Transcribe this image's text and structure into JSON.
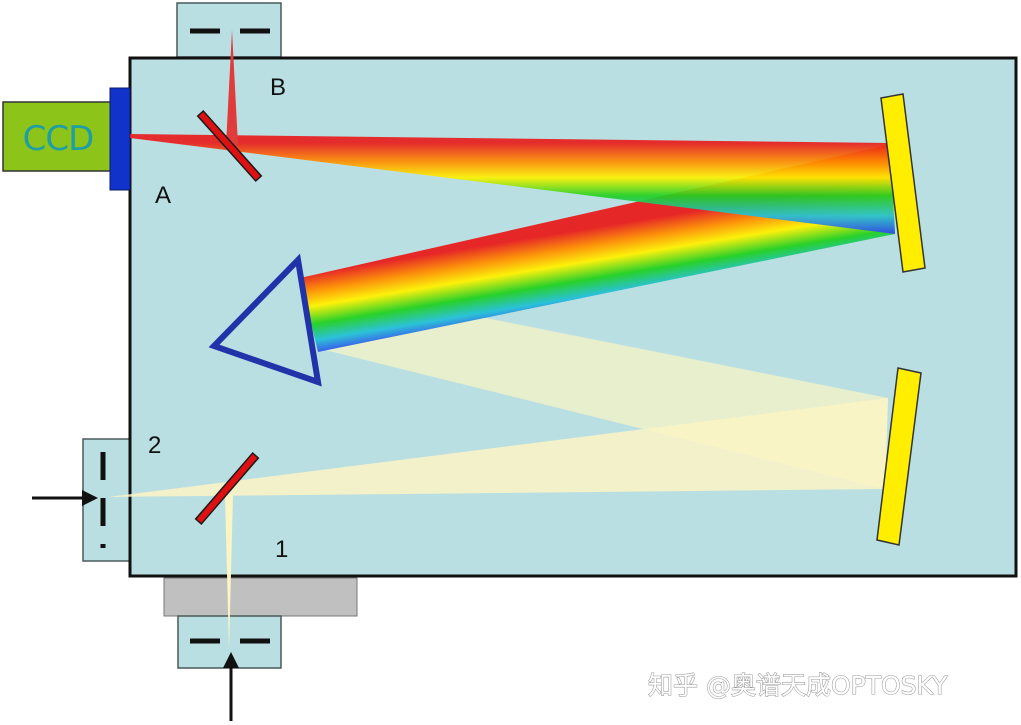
{
  "labels": {
    "ccd": "CCD",
    "point_a": "A",
    "point_b": "B",
    "port_1": "1",
    "port_2": "2"
  },
  "watermark": "知乎 @奥谱天成OPTOSKY",
  "colors": {
    "housing": "#badfe2",
    "ccd_body": "#8cc41a",
    "ccd_mount": "#1133cc",
    "mirror": "#ffee00",
    "beam_splitter": "#dd1111",
    "prism": "#2233aa",
    "white_beam": "#fbf5c4",
    "detector_mount": "#c0c0c0"
  }
}
